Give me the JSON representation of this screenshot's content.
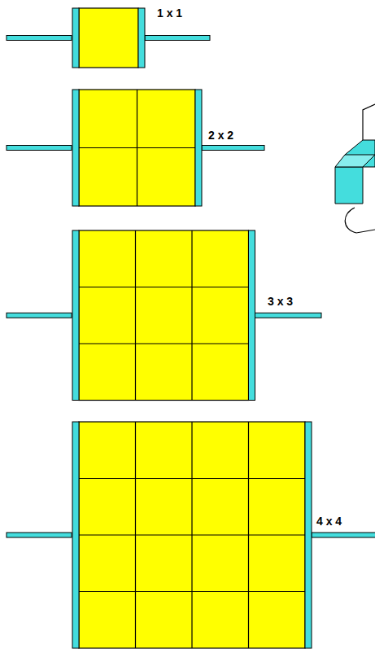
{
  "diagram": {
    "labels": [
      "1 x 1",
      "2 x 2",
      "3 x 3",
      "4 x 4"
    ]
  }
}
